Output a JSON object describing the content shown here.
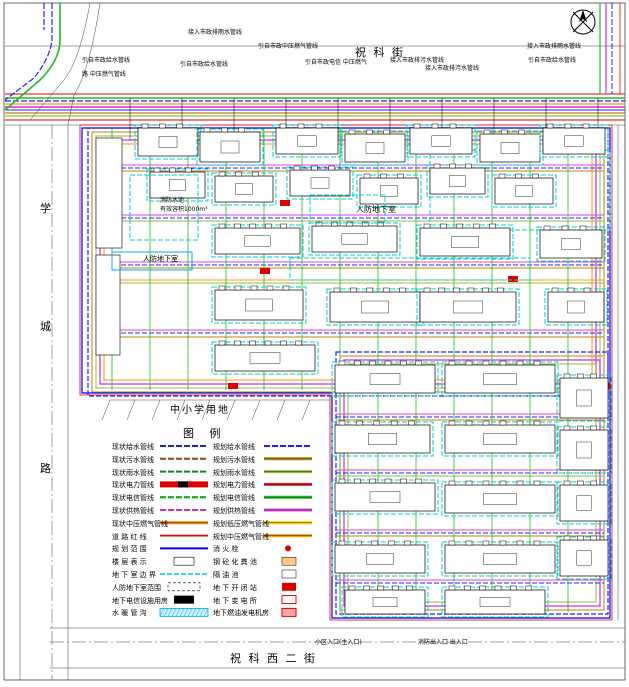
{
  "roads": {
    "north": "祝   科   街",
    "south": "祝   科   西   二   街",
    "west": [
      "学",
      "城",
      "路"
    ],
    "school": "中小学用地"
  },
  "labels": {
    "civil_defense_1": "人防地下室",
    "civil_defense_2": "人防地下室",
    "fire_pool": "消防水池",
    "fire_pool_sub": "有效容积1000m³",
    "gate_a": "小区入口(主入口)",
    "gate_b": "消防出入口  出入口"
  },
  "pipe_notes": [
    "接入市政排雨水管线",
    "引自市政给水管线",
    "引自市政给水管线",
    "引自市政中压燃气管线",
    "接入市政排污水管线",
    "引自市政电信 中压燃气",
    "接入市政排污水管线",
    "接入市政排雨水管线",
    "引自市政给水管线",
    "路 中压燃气管线"
  ],
  "legend": {
    "title": "图   例",
    "left": [
      {
        "label": "现状给水管线",
        "sym": "dash",
        "color": "#2222aa"
      },
      {
        "label": "现状污水管线",
        "sym": "dash",
        "color": "#7a4a20"
      },
      {
        "label": "现状雨水管线",
        "sym": "dash",
        "color": "#1a7a1a"
      },
      {
        "label": "现状电力管线",
        "sym": "red",
        "color": "#dd0000"
      },
      {
        "label": "现状电信管线",
        "sym": "dash",
        "color": "#00a000"
      },
      {
        "label": "现状供热管线",
        "sym": "dash",
        "color": "#cc33cc"
      },
      {
        "label": "现状中压燃气管线",
        "sym": "solid",
        "color": "#ff8c00"
      },
      {
        "label": "道  路  红  线",
        "sym": "red-solid",
        "color": "#e00000"
      },
      {
        "label": "规  划  范  围",
        "sym": "blue-solid",
        "color": "#0000ee"
      },
      {
        "label": "楼  层  表  示",
        "sym": "box",
        "color": "#000000"
      },
      {
        "label": "地  下  室  边  界",
        "sym": "cyan-dash",
        "color": "#00cccc"
      },
      {
        "label": "人防地下室范围",
        "sym": "box2",
        "color": "#000000"
      },
      {
        "label": "地下电信设施用房",
        "sym": "box3",
        "color": "#000000"
      },
      {
        "label": "水  暖  管  沟",
        "sym": "hatch",
        "color": "#00aaff"
      }
    ],
    "right": [
      {
        "label": "规划给水管线",
        "sym": "dash",
        "color": "#2020ff"
      },
      {
        "label": "规划污水管线",
        "sym": "solid",
        "color": "#b8860b"
      },
      {
        "label": "规划雨水管线",
        "sym": "solid",
        "color": "#8fbc3f"
      },
      {
        "label": "规划电力管线",
        "sym": "solid",
        "color": "#dd2222"
      },
      {
        "label": "规划电信管线",
        "sym": "solid",
        "color": "#22bb22"
      },
      {
        "label": "规划供热管线",
        "sym": "solid",
        "color": "#dd44dd"
      },
      {
        "label": "规划低压燃气管线",
        "sym": "solid",
        "color": "#ffcc00"
      },
      {
        "label": "规划中压燃气管线",
        "sym": "solid",
        "color": "#ff9900"
      },
      {
        "label": "消        火        栓",
        "sym": "hyd",
        "color": "#dd0000"
      },
      {
        "label": "钢 砼 化 粪 池",
        "sym": "smallbox",
        "color": "#000000"
      },
      {
        "label": "隔        油        池",
        "sym": "smallbox2",
        "color": "#000000"
      },
      {
        "label": "地  下  开  闭  站",
        "sym": "box-red",
        "color": "#dd0000"
      },
      {
        "label": "地  下  变  电  所",
        "sym": "box-red2",
        "color": "#dd0000"
      },
      {
        "label": "地下燃油发电机房",
        "sym": "box-red3",
        "color": "#dd0000"
      }
    ]
  },
  "colors": {
    "water": "#2020ff",
    "sewage": "#b8860b",
    "rain": "#8fbc3f",
    "power": "#dd2222",
    "telecom": "#22bb22",
    "heat": "#dd44dd",
    "gas": "#ff9900",
    "basement": "#00cccc",
    "red_line": "#e00000"
  }
}
